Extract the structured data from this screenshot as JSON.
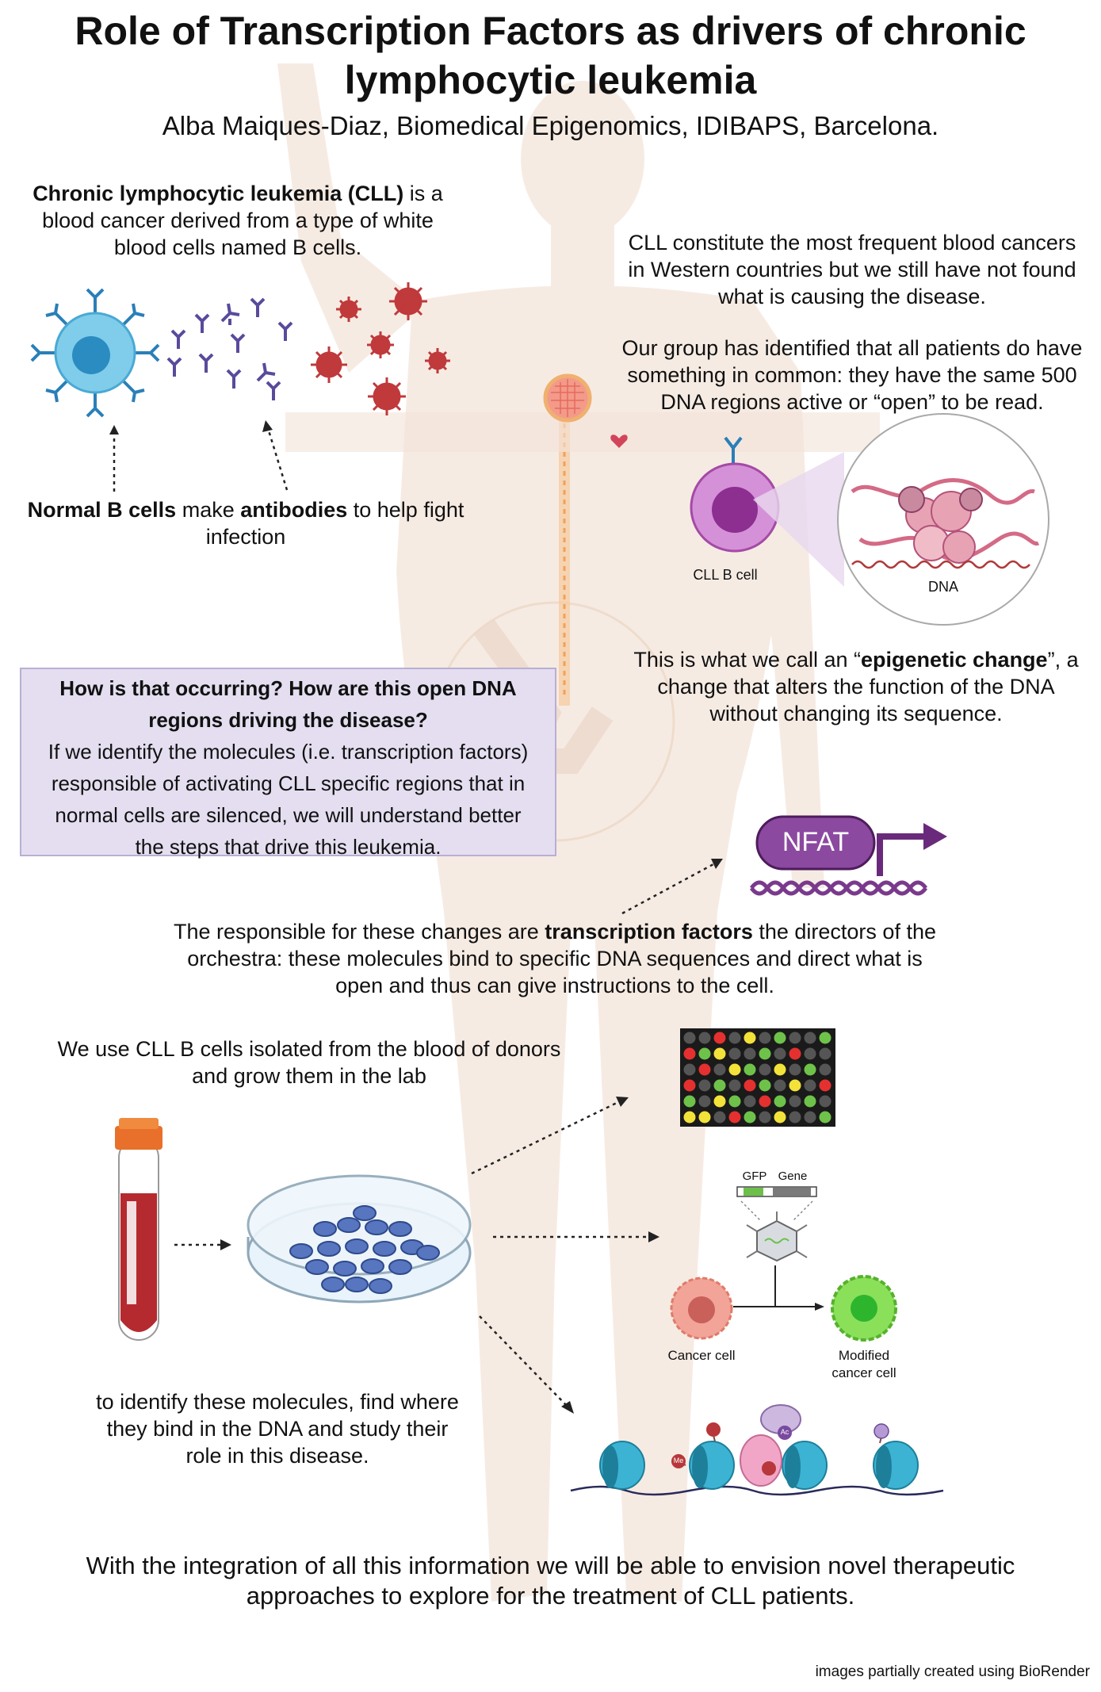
{
  "title": "Role of Transcription Factors as drivers of chronic lymphocytic leukemia",
  "title_line1": "Role of Transcription Factors as drivers of chronic",
  "title_line2": "lymphocytic leukemia",
  "author": "Alba Maiques-Diaz, Biomedical Epigenomics, IDIBAPS, Barcelona.",
  "intro": {
    "bold": "Chronic lymphocytic leukemia (CLL)",
    "rest1": " is a",
    "line2": "blood cancer derived from a type of white",
    "line3": "blood cells named B cells."
  },
  "frequent": {
    "line1": "CLL constitute the most frequent blood cancers",
    "line2": "in Western countries but we still have not found",
    "line3": "what is causing the disease."
  },
  "group": {
    "line1": "Our group has identified that all patients do have",
    "line2": "something in common: they have the same 500",
    "line3": "DNA regions active or “open” to be read."
  },
  "normal_b": {
    "bold1": "Normal B cells",
    "mid": " make ",
    "bold2": "antibodies",
    "rest": " to help fight",
    "line2": "infection"
  },
  "cll_b_cell_label": "CLL B cell",
  "dna_label": "DNA",
  "epigenetic": {
    "pre": "This is what we call an “",
    "bold": "epigenetic change",
    "post": "”, a",
    "line2": "change that alters the function of the DNA",
    "line3": "without changing its sequence."
  },
  "question_box": {
    "q1": "How is that occurring? How are this open DNA",
    "q2": "regions driving the disease?",
    "l1": "If we identify the molecules (i.e. transcription factors)",
    "l2": "responsible of activating CLL specific regions that in",
    "l3": "normal cells are silenced, we will understand better",
    "l4": "the steps that drive this leukemia."
  },
  "nfat_label": "NFAT",
  "tf": {
    "pre": "The responsible for these changes are ",
    "bold": "transcription factors",
    "post": " the directors of the",
    "line2": "orchestra: these molecules bind to specific DNA sequences and direct what is",
    "line3": "open and thus can give instructions to the cell."
  },
  "lab": {
    "line1": "We use CLL B cells isolated from the blood of donors",
    "line2": "and grow them in the lab"
  },
  "gfp_label": "GFP",
  "gene_label": "Gene",
  "cancer_cell_label": "Cancer cell",
  "modified_label_1": "Modified",
  "modified_label_2": "cancer cell",
  "me_label": "Me",
  "ac_label": "Ac",
  "identify": {
    "line1": "to identify these molecules, find where",
    "line2": "they bind in the DNA and study their",
    "line3": "role in this disease."
  },
  "conclusion": {
    "line1": "With the integration of all this information we will be able to envision novel therapeutic",
    "line2": "approaches to explore for the treatment of CLL patients."
  },
  "credit": "images partially created using BioRender",
  "colors": {
    "body_silhouette": "#f6ebe3",
    "box_fill": "#e4def0",
    "box_border": "#b9afd3",
    "virus_red": "#c0393b",
    "b_cell_blue": "#5bbbe0",
    "cll_purple": "#a44aa6",
    "nfat_purple": "#7a3a8c",
    "nucleosome_cyan": "#3cb3d3",
    "blood_red": "#b52a2f",
    "tube_cap": "#e8702a"
  },
  "plate_grid": [
    [
      "#555",
      "#555",
      "#e53030",
      "#555",
      "#f3e23a",
      "#555",
      "#6ec24a",
      "#555",
      "#555",
      "#6ec24a"
    ],
    [
      "#e53030",
      "#6ec24a",
      "#f3e23a",
      "#555",
      "#555",
      "#6ec24a",
      "#555",
      "#e53030",
      "#555",
      "#555"
    ],
    [
      "#555",
      "#e53030",
      "#555",
      "#f3e23a",
      "#6ec24a",
      "#555",
      "#f3e23a",
      "#555",
      "#6ec24a",
      "#555"
    ],
    [
      "#e53030",
      "#555",
      "#6ec24a",
      "#555",
      "#e53030",
      "#6ec24a",
      "#555",
      "#f3e23a",
      "#555",
      "#e53030"
    ],
    [
      "#6ec24a",
      "#555",
      "#f3e23a",
      "#6ec24a",
      "#555",
      "#e53030",
      "#6ec24a",
      "#555",
      "#6ec24a",
      "#555"
    ],
    [
      "#f3e23a",
      "#f3e23a",
      "#555",
      "#e53030",
      "#6ec24a",
      "#555",
      "#f3e23a",
      "#555",
      "#555",
      "#6ec24a"
    ]
  ]
}
